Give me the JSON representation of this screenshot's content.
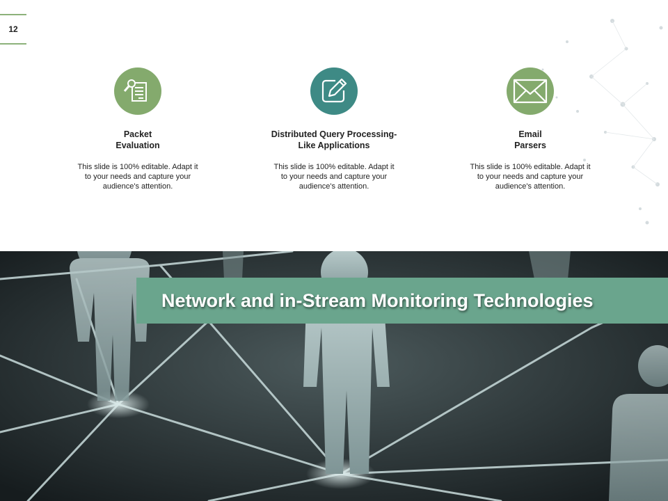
{
  "slide_number": "12",
  "features": [
    {
      "title": "Packet Evaluation",
      "description": "This slide is 100% editable. Adapt it to your needs and capture your audience's attention.",
      "icon": "document-search-icon",
      "color": "#84aa6d"
    },
    {
      "title": "Distributed Query Processing-Like Applications",
      "description": "This slide is 100% editable. Adapt it to your needs and capture your audience's attention.",
      "icon": "edit-pencil-icon",
      "color": "#3e8a85"
    },
    {
      "title": "Email Parsers",
      "description": "This slide is 100% editable. Adapt it to your needs and capture your audience's attention.",
      "icon": "envelope-icon",
      "color": "#84aa6d"
    }
  ],
  "banner": {
    "title": "Network and in-Stream Monitoring Technologies",
    "color": "#6aa58d"
  }
}
